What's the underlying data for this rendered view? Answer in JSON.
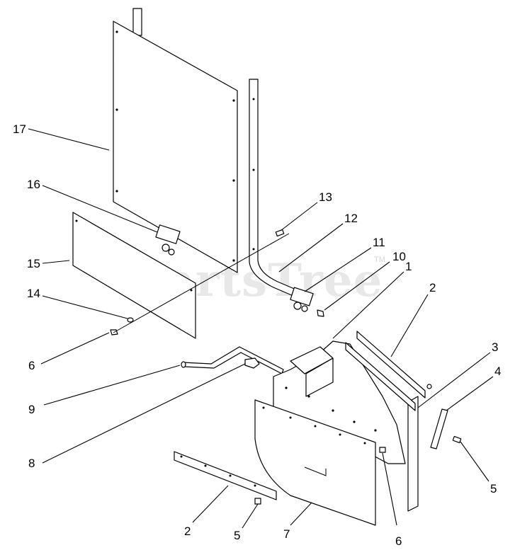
{
  "watermark": {
    "text": "PartsTree",
    "mark": "TM"
  },
  "callouts": {
    "c17": "17",
    "c16": "16",
    "c15": "15",
    "c14": "14",
    "c6a": "6",
    "c13": "13",
    "c12": "12",
    "c11": "11",
    "c10": "10",
    "c1": "1",
    "c2a": "2",
    "c3": "3",
    "c4": "4",
    "c5a": "5",
    "c9": "9",
    "c8": "8",
    "c2b": "2",
    "c5b": "5",
    "c7": "7",
    "c6b": "6"
  }
}
